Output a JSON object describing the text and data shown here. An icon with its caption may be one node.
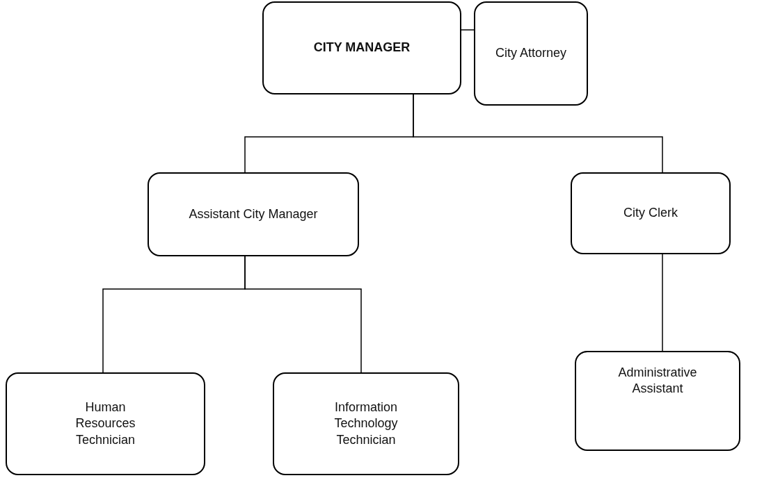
{
  "diagram": {
    "nodes": [
      {
        "text": [
          "CITY MANAGER"
        ]
      },
      {
        "text": [
          "City Attorney"
        ]
      },
      {
        "text": [
          "Assistant City Manager"
        ]
      },
      {
        "text": [
          "City Clerk"
        ]
      },
      {
        "text": [
          "Human Resources Technician"
        ]
      },
      {
        "text": [
          "Information Technology Technician"
        ]
      },
      {
        "text": [
          "Administrative Assistant"
        ]
      }
    ],
    "edges": [
      {
        "from": 0,
        "to": 1,
        "arrow": "none"
      },
      {
        "from": 0,
        "to": 2,
        "arrow": "none"
      },
      {
        "from": 0,
        "to": 3,
        "arrow": "none"
      },
      {
        "from": 2,
        "to": 4,
        "arrow": "none"
      },
      {
        "from": 2,
        "to": 5,
        "arrow": "none"
      },
      {
        "from": 3,
        "to": 6,
        "arrow": "none"
      }
    ]
  }
}
